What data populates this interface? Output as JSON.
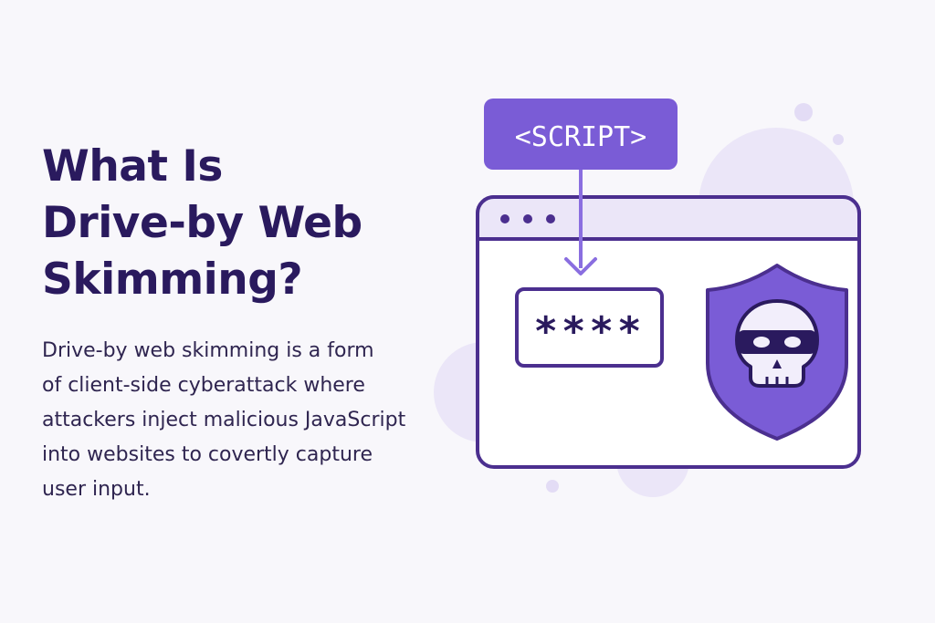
{
  "headline": {
    "line1": "What Is",
    "line2": "Drive-by Web",
    "line3": "Skimming?"
  },
  "description": {
    "line1": "Drive-by web skimming is a form",
    "line2": "of client-side cyberattack where",
    "line3": "attackers inject malicious JavaScript",
    "line4": "into websites to covertly capture",
    "line5": "user input."
  },
  "illustration": {
    "script_tag_label": "<SCRIPT>",
    "password_mask": "****",
    "icons": [
      "code-tag-icon",
      "down-arrow-icon",
      "browser-window-icon",
      "password-field-icon",
      "shield-icon",
      "masked-skull-icon"
    ],
    "colors": {
      "outline": "#4b2f8f",
      "accent": "#7a5cd6",
      "light_accent": "#ebe6f8",
      "text_dark": "#2a1a5e"
    }
  }
}
